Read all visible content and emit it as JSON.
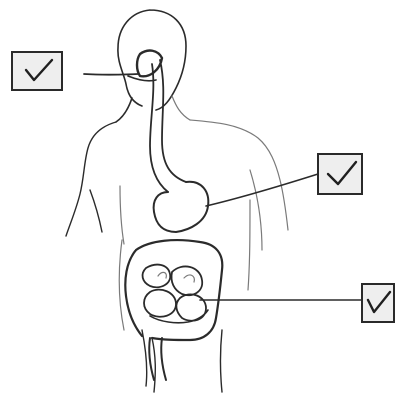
{
  "diagram": {
    "subject": "human-digestive-system",
    "labels": [
      {
        "id": "mouth",
        "checked": true
      },
      {
        "id": "stomach",
        "checked": true
      },
      {
        "id": "intestines",
        "checked": true
      }
    ],
    "colors": {
      "ink": "#2b2b2b",
      "faint_ink": "#7a7a7a",
      "box_fill": "#eeeeee",
      "background": "#ffffff"
    }
  }
}
